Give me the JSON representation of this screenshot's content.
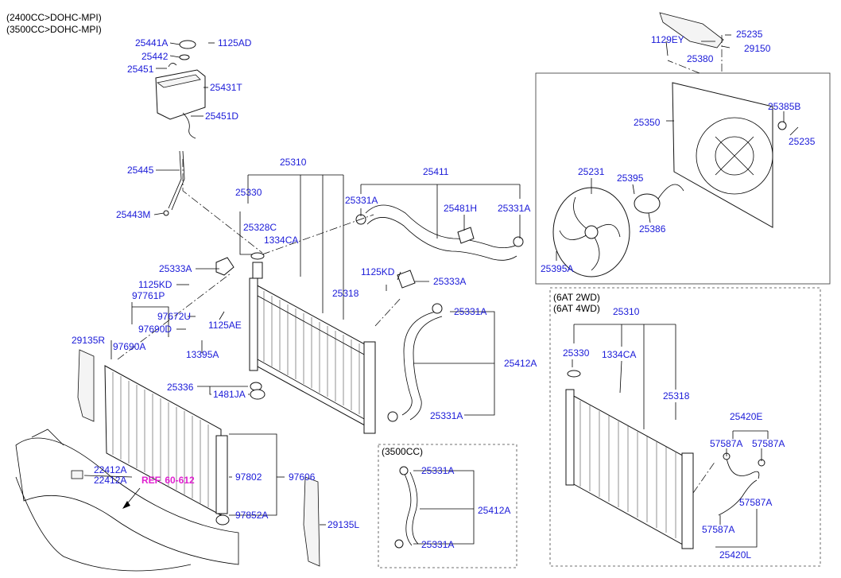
{
  "header": {
    "line1": "(2400CC>DOHC-MPI)",
    "line2": "(3500CC>DOHC-MPI)"
  },
  "ref_label": "REF. 60-612",
  "subtitles": {
    "box_3500": "(3500CC)",
    "box_6at_a": "(6AT 2WD)",
    "box_6at_b": "(6AT 4WD)"
  },
  "labels": {
    "p25441A": "25441A",
    "p1125AD": "1125AD",
    "p25442": "25442",
    "p25451": "25451",
    "p25431T": "25431T",
    "p25451D": "25451D",
    "p25445": "25445",
    "p25443M": "25443M",
    "p25310": "25310",
    "p25330": "25330",
    "p25328C": "25328C",
    "p1334CA": "1334CA",
    "p25318": "25318",
    "p25411": "25411",
    "p25331A_1": "25331A",
    "p25481H": "25481H",
    "p25331A_2": "25331A",
    "p25333A_1": "25333A",
    "p1125KD_1": "1125KD",
    "p97761P": "97761P",
    "p97672U": "97672U",
    "p97690D": "97690D",
    "p1125AE": "1125AE",
    "p29135R": "29135R",
    "p97690A": "97690A",
    "p13395A": "13395A",
    "p1125KD_2": "1125KD",
    "p25333A_2": "25333A",
    "p25331A_3": "25331A",
    "p25412A_1": "25412A",
    "p25331A_4": "25331A",
    "p25336": "25336",
    "p1481JA": "1481JA",
    "p22412A_1": "22412A",
    "p22412A_2": "22412A",
    "p97802": "97802",
    "p97606": "97606",
    "p97852A": "97852A",
    "p29135L": "29135L",
    "p25331A_5": "25331A",
    "p25412A_2": "25412A",
    "p25331A_6": "25331A",
    "p1129EY": "1129EY",
    "p25235_1": "25235",
    "p29150": "29150",
    "p25380": "25380",
    "p25385B": "25385B",
    "p25350": "25350",
    "p25235_2": "25235",
    "p25231": "25231",
    "p25395": "25395",
    "p25386": "25386",
    "p25395A": "25395A",
    "p25310_b": "25310",
    "p25330_b": "25330",
    "p1334CA_b": "1334CA",
    "p25318_b": "25318",
    "p25420E": "25420E",
    "p57587A_1": "57587A",
    "p57587A_2": "57587A",
    "p57587A_3": "57587A",
    "p57587A_4": "57587A",
    "p25420L": "25420L"
  }
}
